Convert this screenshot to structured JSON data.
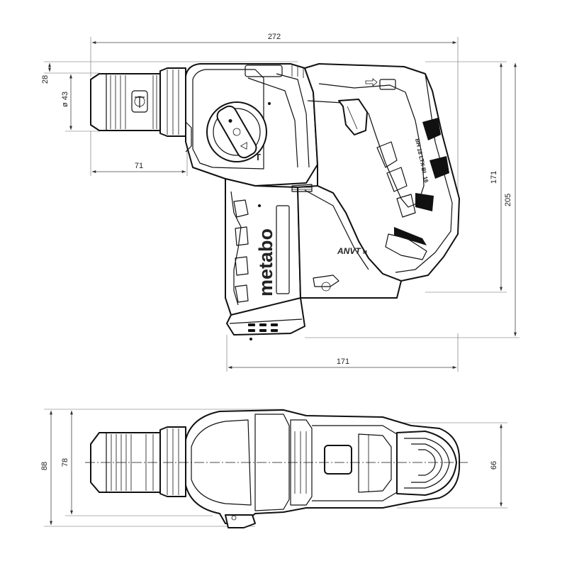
{
  "dimensions": {
    "side_view": {
      "overall_length": "272",
      "chuck_top_offset": "28",
      "chuck_diameter": "ø 43",
      "chuck_length": "71",
      "body_height": "171",
      "overall_height": "205",
      "base_length": "171"
    },
    "top_view": {
      "overall_width": "88",
      "body_width": "78",
      "rear_width": "66"
    }
  },
  "branding": {
    "brand": "metabo",
    "model_badge": "BH 18 LTX BL 16",
    "label": "ANVT",
    "label_sub": "M",
    "mode_symbol": "T"
  }
}
